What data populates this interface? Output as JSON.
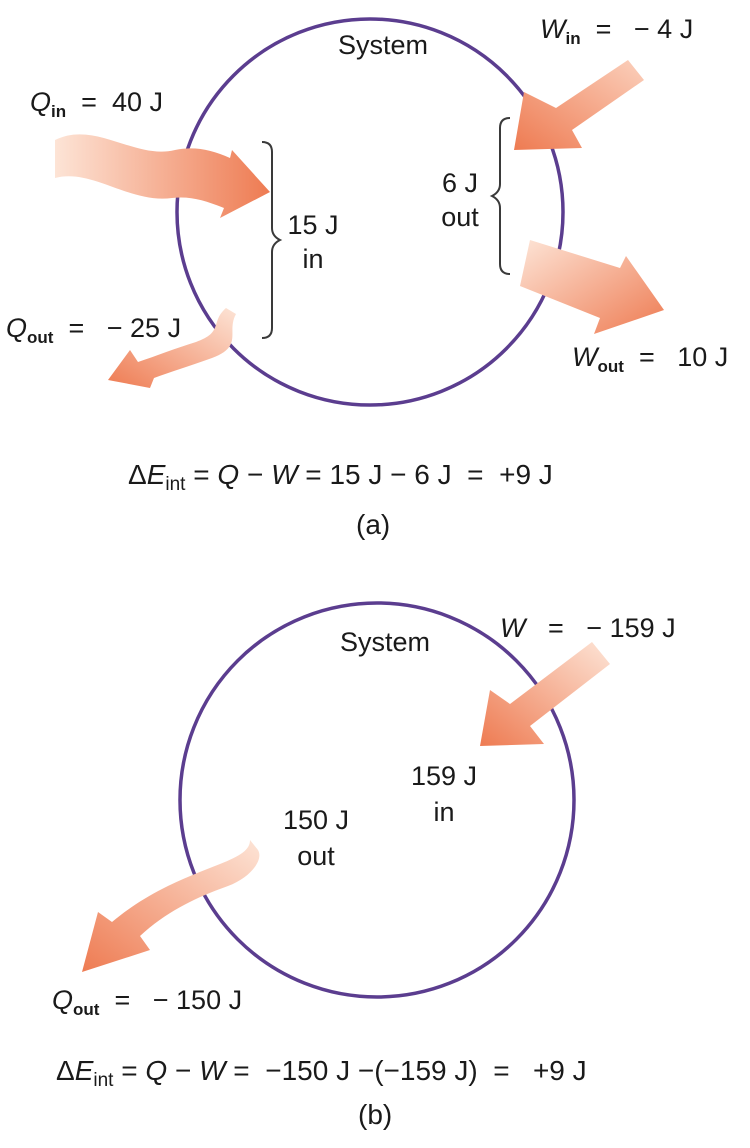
{
  "colors": {
    "circle": "#5b3d8f",
    "arrow": "#f0825a",
    "arrow_light": "#fbd9c8",
    "text": "#1a1a1a"
  },
  "panel_a": {
    "system_label": "System",
    "q_in": {
      "symbol": "Q",
      "subscript": "in",
      "equals": "=",
      "value": "40 J"
    },
    "q_out": {
      "symbol": "Q",
      "subscript": "out",
      "equals": "=",
      "value": "− 25 J"
    },
    "w_in": {
      "symbol": "W",
      "subscript": "in",
      "equals": "=",
      "value": "− 4 J"
    },
    "w_out": {
      "symbol": "W",
      "subscript": "out",
      "equals": "=",
      "value": "10 J"
    },
    "heat_net": {
      "line1": "15 J",
      "line2": "in"
    },
    "work_net": {
      "line1": "6 J",
      "line2": "out"
    },
    "equation": {
      "delta": "Δ",
      "e_symbol": "E",
      "e_subscript": "int",
      "rest_1": " = ",
      "q": "Q",
      "rest_2": " − ",
      "w": "W",
      "rest_3": " = 15 J − 6 J  =  +9 J"
    },
    "caption": "(a)"
  },
  "panel_b": {
    "system_label": "System",
    "w": {
      "symbol": "W",
      "equals": "=",
      "value": "− 159 J"
    },
    "q_out": {
      "symbol": "Q",
      "subscript": "out",
      "equals": "=",
      "value": "− 150 J"
    },
    "work_net": {
      "line1": "159 J",
      "line2": "in"
    },
    "heat_net": {
      "line1": "150 J",
      "line2": "out"
    },
    "equation": {
      "delta": "Δ",
      "e_symbol": "E",
      "e_subscript": "int",
      "rest_1": " = ",
      "q": "Q",
      "rest_2": " − ",
      "w": "W",
      "rest_3": " =  −150 J −(−159 J)  =   +9 J"
    },
    "caption": "(b)"
  }
}
